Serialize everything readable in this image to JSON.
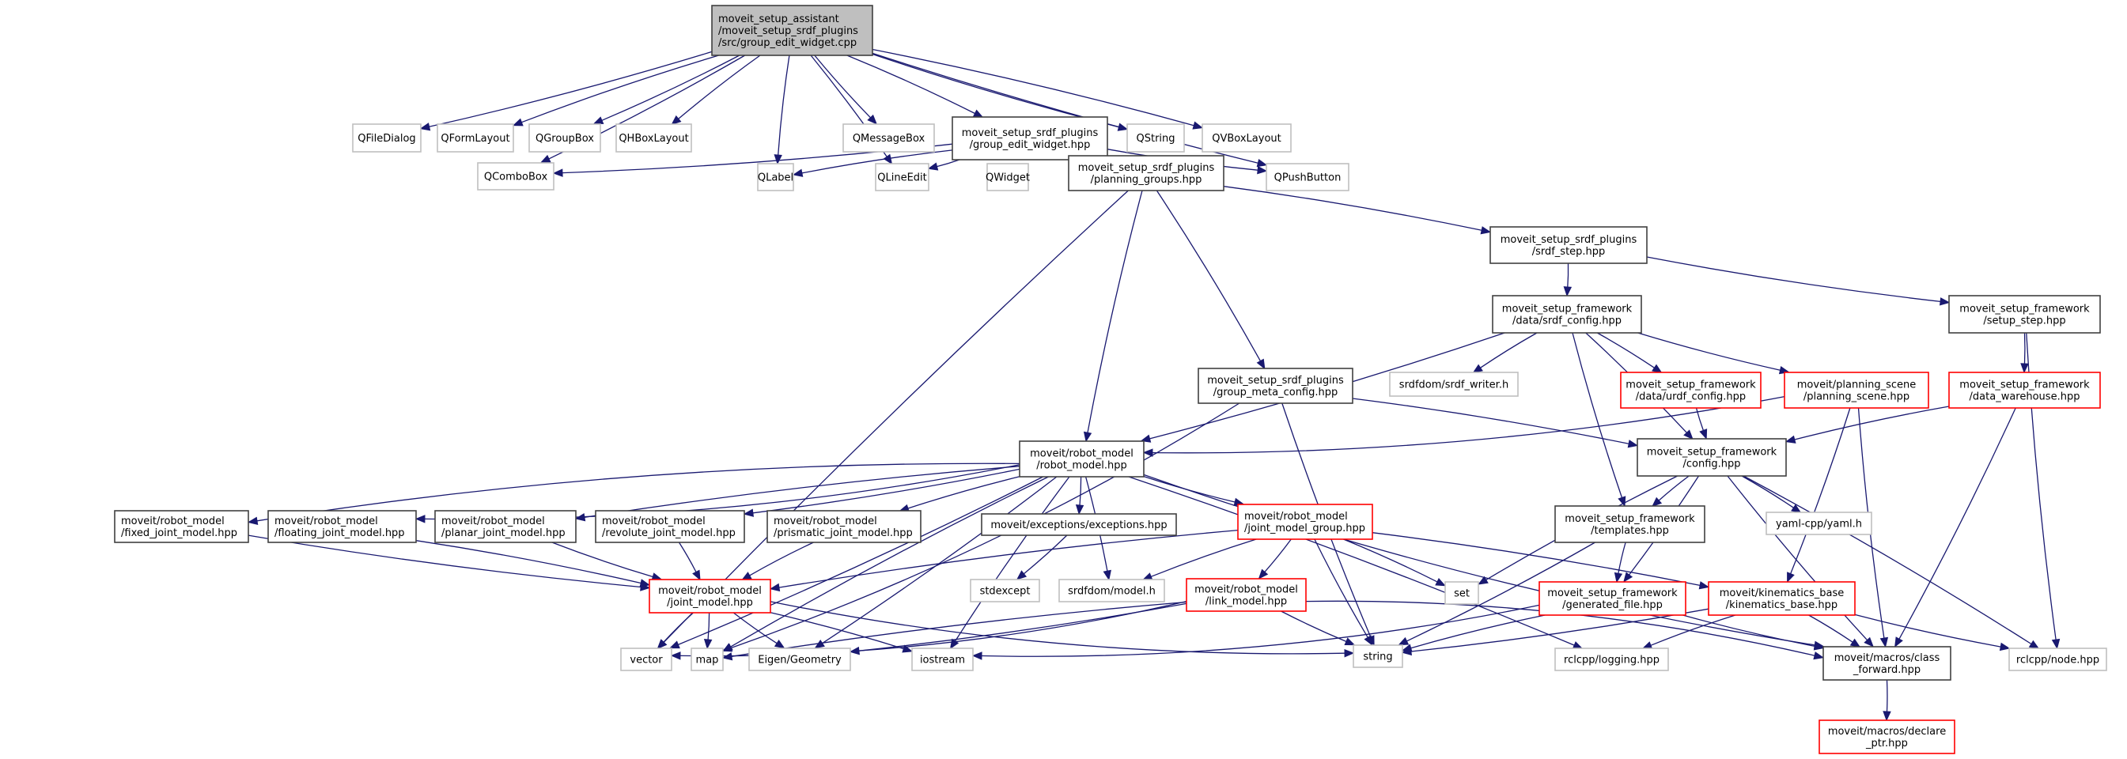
{
  "title": "Include dependency graph for group_edit_widget.cpp",
  "colors": {
    "edge": "#191970",
    "root_fill": "#bfbfbf",
    "root_border": "#404040",
    "documented_border": "#404040",
    "truncated_border": "#ff0000",
    "external_border": "#bfbfbf",
    "node_fill": "#ffffff"
  },
  "nodes": [
    {
      "id": "root",
      "kind": "root",
      "lines": [
        "moveit_setup_assistant",
        "/moveit_setup_srdf_plugins",
        "/src/group_edit_widget.cpp"
      ]
    },
    {
      "id": "QFileDialog",
      "kind": "external",
      "lines": [
        "QFileDialog"
      ]
    },
    {
      "id": "QFormLayout",
      "kind": "external",
      "lines": [
        "QFormLayout"
      ]
    },
    {
      "id": "QGroupBox",
      "kind": "external",
      "lines": [
        "QGroupBox"
      ]
    },
    {
      "id": "QHBoxLayout",
      "kind": "external",
      "lines": [
        "QHBoxLayout"
      ]
    },
    {
      "id": "QMessageBox",
      "kind": "external",
      "lines": [
        "QMessageBox"
      ]
    },
    {
      "id": "gew_hpp",
      "kind": "documented",
      "lines": [
        "moveit_setup_srdf_plugins",
        "/group_edit_widget.hpp"
      ]
    },
    {
      "id": "QString",
      "kind": "external",
      "lines": [
        "QString"
      ]
    },
    {
      "id": "QVBoxLayout",
      "kind": "external",
      "lines": [
        "QVBoxLayout"
      ]
    },
    {
      "id": "QComboBox",
      "kind": "external",
      "lines": [
        "QComboBox"
      ]
    },
    {
      "id": "QLabel",
      "kind": "external",
      "lines": [
        "QLabel"
      ]
    },
    {
      "id": "QLineEdit",
      "kind": "external",
      "lines": [
        "QLineEdit"
      ]
    },
    {
      "id": "QWidget",
      "kind": "external",
      "lines": [
        "QWidget"
      ]
    },
    {
      "id": "planning_groups",
      "kind": "documented",
      "lines": [
        "moveit_setup_srdf_plugins",
        "/planning_groups.hpp"
      ]
    },
    {
      "id": "QPushButton",
      "kind": "external",
      "lines": [
        "QPushButton"
      ]
    },
    {
      "id": "srdf_step",
      "kind": "documented",
      "lines": [
        "moveit_setup_srdf_plugins",
        "/srdf_step.hpp"
      ]
    },
    {
      "id": "srdf_config",
      "kind": "documented",
      "lines": [
        "moveit_setup_framework",
        "/data/srdf_config.hpp"
      ]
    },
    {
      "id": "setup_step",
      "kind": "documented",
      "lines": [
        "moveit_setup_framework",
        "/setup_step.hpp"
      ]
    },
    {
      "id": "group_meta_config",
      "kind": "documented",
      "lines": [
        "moveit_setup_srdf_plugins",
        "/group_meta_config.hpp"
      ]
    },
    {
      "id": "srdf_writer",
      "kind": "external",
      "lines": [
        "srdfdom/srdf_writer.h"
      ]
    },
    {
      "id": "urdf_config",
      "kind": "truncated",
      "lines": [
        "moveit_setup_framework",
        "/data/urdf_config.hpp"
      ]
    },
    {
      "id": "planning_scene",
      "kind": "truncated",
      "lines": [
        "moveit/planning_scene",
        "/planning_scene.hpp"
      ]
    },
    {
      "id": "data_warehouse",
      "kind": "truncated",
      "lines": [
        "moveit_setup_framework",
        "/data_warehouse.hpp"
      ]
    },
    {
      "id": "robot_model",
      "kind": "documented",
      "lines": [
        "moveit/robot_model",
        "/robot_model.hpp"
      ]
    },
    {
      "id": "config",
      "kind": "documented",
      "lines": [
        "moveit_setup_framework",
        "/config.hpp"
      ]
    },
    {
      "id": "fixed_joint",
      "kind": "documented",
      "lines": [
        "moveit/robot_model",
        "/fixed_joint_model.hpp"
      ]
    },
    {
      "id": "floating_joint",
      "kind": "documented",
      "lines": [
        "moveit/robot_model",
        "/floating_joint_model.hpp"
      ]
    },
    {
      "id": "planar_joint",
      "kind": "documented",
      "lines": [
        "moveit/robot_model",
        "/planar_joint_model.hpp"
      ]
    },
    {
      "id": "revolute_joint",
      "kind": "documented",
      "lines": [
        "moveit/robot_model",
        "/revolute_joint_model.hpp"
      ]
    },
    {
      "id": "prismatic_joint",
      "kind": "documented",
      "lines": [
        "moveit/robot_model",
        "/prismatic_joint_model.hpp"
      ]
    },
    {
      "id": "exceptions",
      "kind": "documented",
      "lines": [
        "moveit/exceptions/exceptions.hpp"
      ]
    },
    {
      "id": "jmg",
      "kind": "truncated",
      "lines": [
        "moveit/robot_model",
        "/joint_model_group.hpp"
      ]
    },
    {
      "id": "templates",
      "kind": "documented",
      "lines": [
        "moveit_setup_framework",
        "/templates.hpp"
      ]
    },
    {
      "id": "yaml",
      "kind": "external",
      "lines": [
        "yaml-cpp/yaml.h"
      ]
    },
    {
      "id": "joint_model",
      "kind": "truncated",
      "lines": [
        "moveit/robot_model",
        "/joint_model.hpp"
      ]
    },
    {
      "id": "stdexcept",
      "kind": "external",
      "lines": [
        "stdexcept"
      ]
    },
    {
      "id": "srdf_model",
      "kind": "external",
      "lines": [
        "srdfdom/model.h"
      ]
    },
    {
      "id": "link_model",
      "kind": "truncated",
      "lines": [
        "moveit/robot_model",
        "/link_model.hpp"
      ]
    },
    {
      "id": "set",
      "kind": "external",
      "lines": [
        "set"
      ]
    },
    {
      "id": "generated_file",
      "kind": "truncated",
      "lines": [
        "moveit_setup_framework",
        "/generated_file.hpp"
      ]
    },
    {
      "id": "kinematics_base",
      "kind": "truncated",
      "lines": [
        "moveit/kinematics_base",
        "/kinematics_base.hpp"
      ]
    },
    {
      "id": "vector",
      "kind": "external",
      "lines": [
        "vector"
      ]
    },
    {
      "id": "map",
      "kind": "external",
      "lines": [
        "map"
      ]
    },
    {
      "id": "eigen",
      "kind": "external",
      "lines": [
        "Eigen/Geometry"
      ]
    },
    {
      "id": "iostream",
      "kind": "external",
      "lines": [
        "iostream"
      ]
    },
    {
      "id": "string",
      "kind": "external",
      "lines": [
        "string"
      ]
    },
    {
      "id": "logging",
      "kind": "external",
      "lines": [
        "rclcpp/logging.hpp"
      ]
    },
    {
      "id": "class_forward",
      "kind": "documented",
      "lines": [
        "moveit/macros/class",
        "_forward.hpp"
      ]
    },
    {
      "id": "node",
      "kind": "external",
      "lines": [
        "rclcpp/node.hpp"
      ]
    },
    {
      "id": "declare_ptr",
      "kind": "truncated",
      "lines": [
        "moveit/macros/declare",
        "_ptr.hpp"
      ]
    }
  ],
  "edges": [
    [
      "root",
      "QFileDialog"
    ],
    [
      "root",
      "QFormLayout"
    ],
    [
      "root",
      "QGroupBox"
    ],
    [
      "root",
      "QHBoxLayout"
    ],
    [
      "root",
      "QComboBox"
    ],
    [
      "root",
      "QLabel"
    ],
    [
      "root",
      "QLineEdit"
    ],
    [
      "root",
      "QMessageBox"
    ],
    [
      "root",
      "gew_hpp"
    ],
    [
      "root",
      "QString"
    ],
    [
      "root",
      "QVBoxLayout"
    ],
    [
      "root",
      "QPushButton"
    ],
    [
      "gew_hpp",
      "QComboBox"
    ],
    [
      "gew_hpp",
      "QLabel"
    ],
    [
      "gew_hpp",
      "QLineEdit"
    ],
    [
      "gew_hpp",
      "QWidget"
    ],
    [
      "gew_hpp",
      "planning_groups"
    ],
    [
      "gew_hpp",
      "QPushButton"
    ],
    [
      "planning_groups",
      "srdf_step"
    ],
    [
      "planning_groups",
      "robot_model"
    ],
    [
      "planning_groups",
      "group_meta_config"
    ],
    [
      "planning_groups",
      "vector"
    ],
    [
      "srdf_step",
      "srdf_config"
    ],
    [
      "srdf_step",
      "setup_step"
    ],
    [
      "setup_step",
      "data_warehouse"
    ],
    [
      "setup_step",
      "node"
    ],
    [
      "srdf_config",
      "robot_model"
    ],
    [
      "srdf_config",
      "srdf_writer"
    ],
    [
      "srdf_config",
      "urdf_config"
    ],
    [
      "srdf_config",
      "planning_scene"
    ],
    [
      "srdf_config",
      "config"
    ],
    [
      "srdf_config",
      "templates"
    ],
    [
      "group_meta_config",
      "config"
    ],
    [
      "group_meta_config",
      "string"
    ],
    [
      "group_meta_config",
      "map"
    ],
    [
      "urdf_config",
      "config"
    ],
    [
      "planning_scene",
      "robot_model"
    ],
    [
      "planning_scene",
      "class_forward"
    ],
    [
      "planning_scene",
      "kinematics_base"
    ],
    [
      "data_warehouse",
      "config"
    ],
    [
      "data_warehouse",
      "class_forward"
    ],
    [
      "config",
      "templates"
    ],
    [
      "config",
      "yaml"
    ],
    [
      "config",
      "set"
    ],
    [
      "config",
      "generated_file"
    ],
    [
      "config",
      "class_forward"
    ],
    [
      "config",
      "node"
    ],
    [
      "robot_model",
      "fixed_joint"
    ],
    [
      "robot_model",
      "floating_joint"
    ],
    [
      "robot_model",
      "planar_joint"
    ],
    [
      "robot_model",
      "revolute_joint"
    ],
    [
      "robot_model",
      "prismatic_joint"
    ],
    [
      "robot_model",
      "exceptions"
    ],
    [
      "robot_model",
      "jmg"
    ],
    [
      "robot_model",
      "srdf_model"
    ],
    [
      "robot_model",
      "iostream"
    ],
    [
      "robot_model",
      "logging"
    ],
    [
      "robot_model",
      "class_forward"
    ],
    [
      "robot_model",
      "vector"
    ],
    [
      "robot_model",
      "map"
    ],
    [
      "robot_model",
      "eigen"
    ],
    [
      "fixed_joint",
      "joint_model"
    ],
    [
      "floating_joint",
      "joint_model"
    ],
    [
      "planar_joint",
      "joint_model"
    ],
    [
      "revolute_joint",
      "joint_model"
    ],
    [
      "prismatic_joint",
      "joint_model"
    ],
    [
      "exceptions",
      "stdexcept"
    ],
    [
      "jmg",
      "joint_model"
    ],
    [
      "jmg",
      "link_model"
    ],
    [
      "jmg",
      "srdf_model"
    ],
    [
      "jmg",
      "set"
    ],
    [
      "jmg",
      "string"
    ],
    [
      "jmg",
      "kinematics_base"
    ],
    [
      "templates",
      "generated_file"
    ],
    [
      "templates",
      "string"
    ],
    [
      "joint_model",
      "vector"
    ],
    [
      "joint_model",
      "map"
    ],
    [
      "joint_model",
      "eigen"
    ],
    [
      "joint_model",
      "iostream"
    ],
    [
      "joint_model",
      "string"
    ],
    [
      "link_model",
      "vector"
    ],
    [
      "link_model",
      "map"
    ],
    [
      "link_model",
      "eigen"
    ],
    [
      "link_model",
      "string"
    ],
    [
      "link_model",
      "class_forward"
    ],
    [
      "generated_file",
      "string"
    ],
    [
      "generated_file",
      "iostream"
    ],
    [
      "generated_file",
      "class_forward"
    ],
    [
      "kinematics_base",
      "string"
    ],
    [
      "kinematics_base",
      "logging"
    ],
    [
      "kinematics_base",
      "class_forward"
    ],
    [
      "kinematics_base",
      "node"
    ],
    [
      "class_forward",
      "declare_ptr"
    ]
  ]
}
